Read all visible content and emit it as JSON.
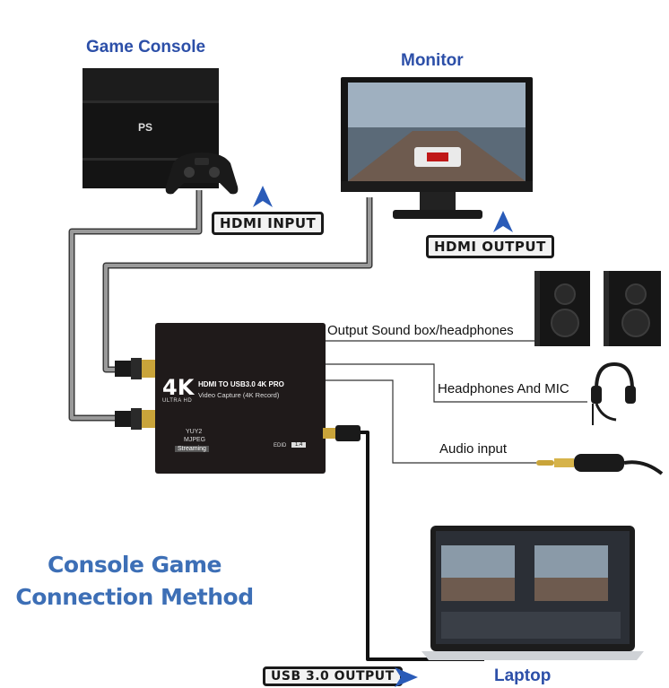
{
  "labels": {
    "game_console": "Game Console",
    "monitor": "Monitor",
    "hdmi_input": "HDMI INPUT",
    "hdmi_output": "HDMI OUTPUT",
    "sound_box": "Output Sound box/headphones",
    "headphones_mic": "Headphones  And MIC",
    "audio_input": "Audio input",
    "laptop": "Laptop",
    "usb_output": "USB 3.0 OUTPUT",
    "title_line1": "Console Game",
    "title_line2": "Connection Method"
  },
  "device": {
    "badge_4k": "4K",
    "ultra_hd": "ULTRA HD",
    "line1": "HDMI TO USB3.0 4K PRO",
    "line2": "Video Capture (4K Record)",
    "yuy2": "YUY2",
    "mjpeg": "MJPEG",
    "streaming": "Streaming",
    "edid": "EDID",
    "edid_value": "1.4"
  },
  "colors": {
    "title_blue": "#3d6fb6",
    "label_blue": "#2c4fa8",
    "arrow_blue": "#2a5bb8",
    "device_body": "#1f1a1a"
  },
  "icons": [
    "game-console-icon",
    "controller-icon",
    "monitor-icon",
    "speaker-icon",
    "headset-icon",
    "audio-jack-icon",
    "laptop-icon",
    "hdmi-plug-icon",
    "usb-plug-icon",
    "up-arrow-icon",
    "right-arrow-icon"
  ]
}
